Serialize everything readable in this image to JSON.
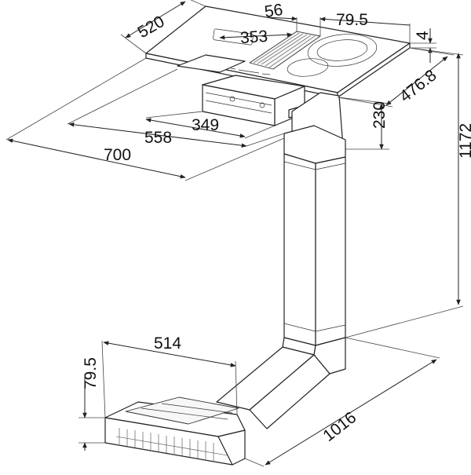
{
  "dimensions": {
    "width_520": "520",
    "vent_56": "56",
    "offset_79_5_top": "79.5",
    "thickness_4": "4",
    "depth_476_8": "476.8",
    "zone_353": "353",
    "length_349": "349",
    "length_558": "558",
    "length_700": "700",
    "height_230": "230",
    "height_1172": "1172",
    "width_514": "514",
    "height_79_5_bottom": "79.5",
    "length_1016": "1016"
  },
  "colors": {
    "line": "#222222",
    "background": "#ffffff"
  }
}
